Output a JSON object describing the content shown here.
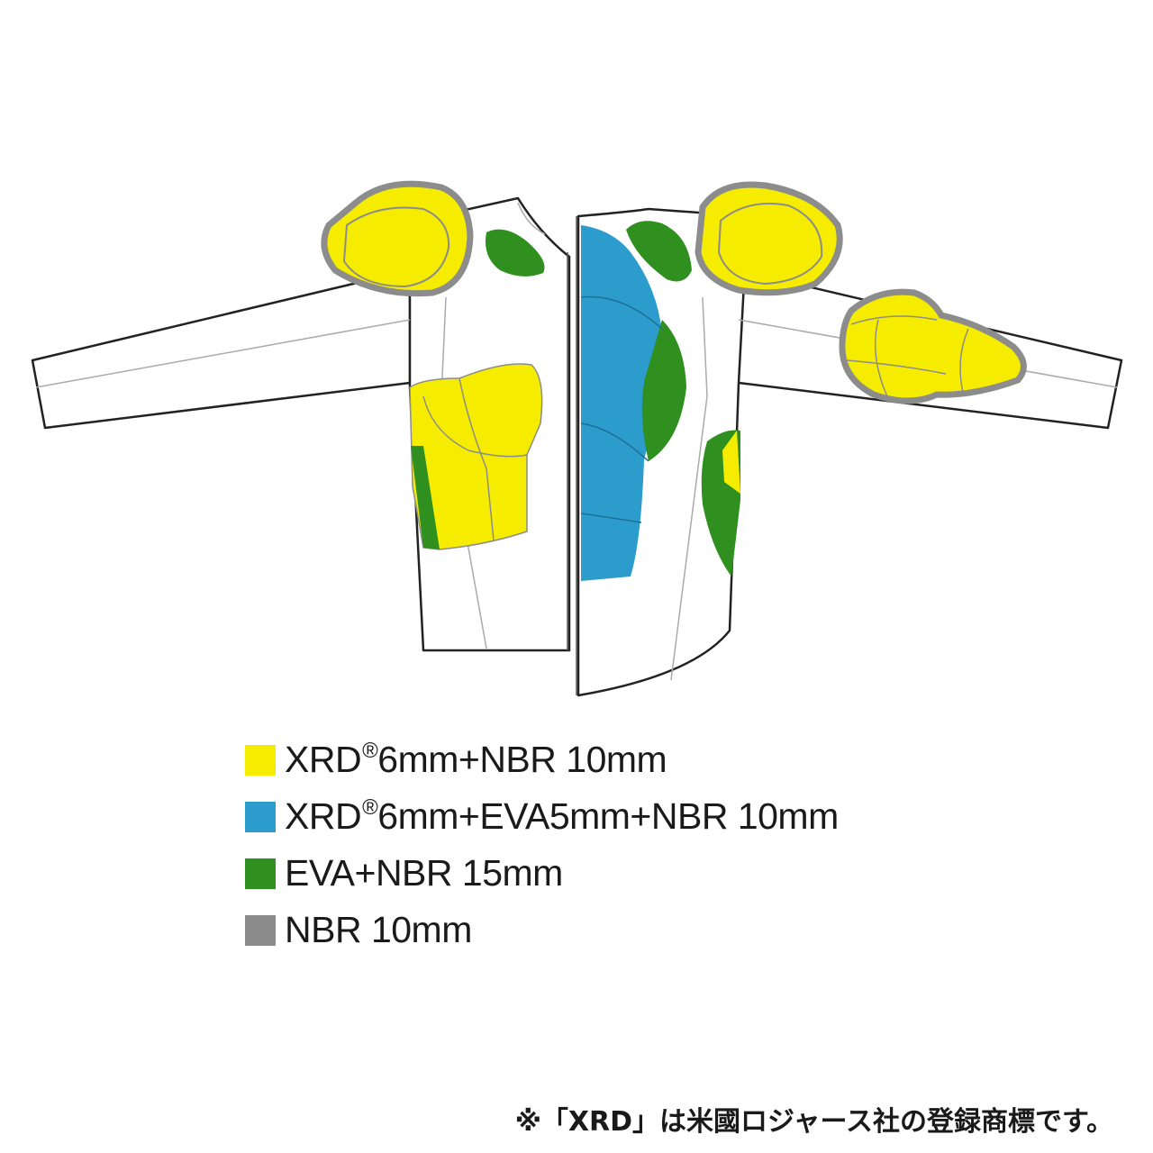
{
  "colors": {
    "xrd_nbr": "#f6ec00",
    "xrd_eva_nbr": "#2c9ccd",
    "eva_nbr": "#2f8f1f",
    "nbr": "#8c8c8c",
    "outline": "#222222",
    "seam": "#999999"
  },
  "legend": [
    {
      "swatch": "#f6ec00",
      "prefix": "XRD",
      "mark": "®",
      "text": "6mm+NBR 10mm"
    },
    {
      "swatch": "#2c9ccd",
      "prefix": "XRD",
      "mark": "®",
      "text": "6mm+EVA5mm+NBR 10mm"
    },
    {
      "swatch": "#2f8f1f",
      "prefix": "",
      "mark": "",
      "text": "EVA+NBR 15mm"
    },
    {
      "swatch": "#8c8c8c",
      "prefix": "",
      "mark": "",
      "text": "NBR 10mm"
    }
  ],
  "footnote": "※「XRD」は米國ロジャース社の登録商標です。"
}
